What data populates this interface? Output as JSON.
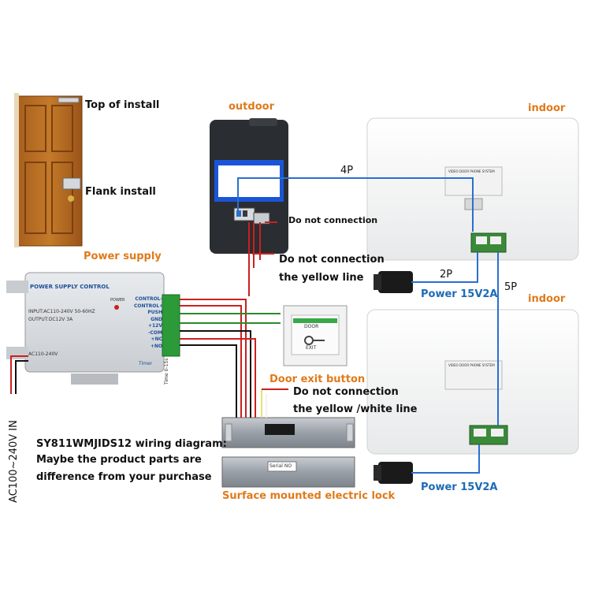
{
  "door_labels": {
    "top": "Top of install",
    "flank": "Flank install"
  },
  "section_labels": {
    "outdoor": "outdoor",
    "indoor_top": "indoor",
    "indoor_bottom": "indoor",
    "power_supply": "Power supply",
    "door_exit": "Door exit button",
    "electric_lock": "Surface mounted electric lock"
  },
  "notes": {
    "no_connection_1": "Do not connection",
    "no_connection_2": "Do not connection",
    "yellow_line": "the yellow line",
    "no_connection_3": "Do not connection",
    "yellow_white_line": "the  yellow /white line"
  },
  "wire_labels": {
    "four_p": "4P",
    "two_p": "2P",
    "five_p": "5P"
  },
  "adapters": {
    "top": "Power 15V2A",
    "bottom": "Power 15V2A"
  },
  "power_supply_box": {
    "title": "POWER SUPPLY CONTROL",
    "power_led": "POWER",
    "input": "INPUT:AC110-240V   50-60HZ",
    "output": "OUTPUT:DC12V   3A",
    "ac_label": "AC110-240V",
    "timer": "Timer",
    "timer_range": "Time 0-15s",
    "terminals": [
      "CONTROL-",
      "CONTROL+",
      "PUSH",
      "GND",
      "+12V",
      "-COM",
      "+NC",
      "+NO"
    ]
  },
  "ac_input": "AC100~240V  IN",
  "exit_button": {
    "line1": "DOOR",
    "line2": "EXIT"
  },
  "lock_plate": {
    "serial": "Serial NO"
  },
  "monitor_label": "VIDEO DOOR PHONE SYSTEM",
  "caption": {
    "line1": "SY811WMJIDS12 wiring diagram:",
    "line2": "Maybe the product parts are",
    "line3": "difference from your purchase"
  },
  "colors": {
    "label_orange": "#e07a1a",
    "label_blue": "#1d6bb5",
    "wire_red": "#cc2020",
    "wire_blue": "#2a6fd0",
    "wire_green": "#2a8a2a",
    "wire_black": "#111111"
  }
}
